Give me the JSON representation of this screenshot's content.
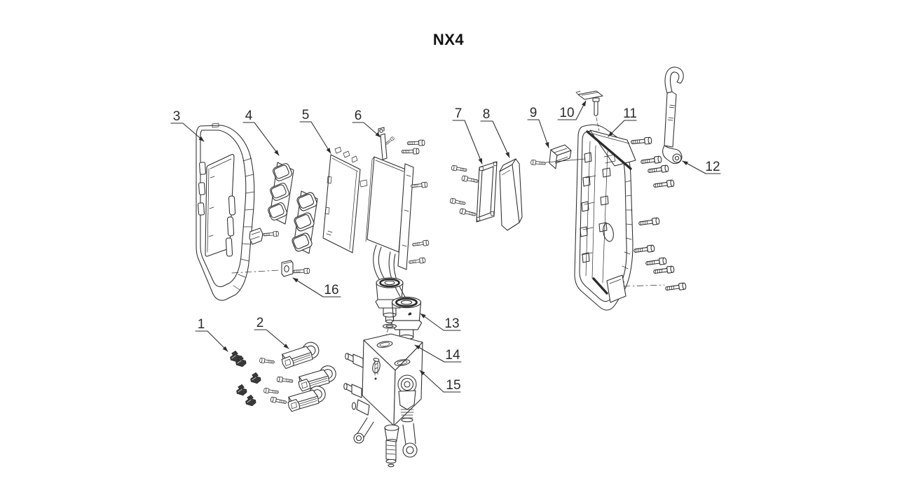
{
  "title": "NX4",
  "colors": {
    "line": "#2b2b2b",
    "background": "#ffffff"
  },
  "callouts": {
    "c1": "1",
    "c2": "2",
    "c3": "3",
    "c4": "4",
    "c5": "5",
    "c6": "6",
    "c7": "7",
    "c8": "8",
    "c9": "9",
    "c10": "10",
    "c11": "11",
    "c12": "12",
    "c13": "13",
    "c14": "14",
    "c15": "15",
    "c16": "16"
  }
}
